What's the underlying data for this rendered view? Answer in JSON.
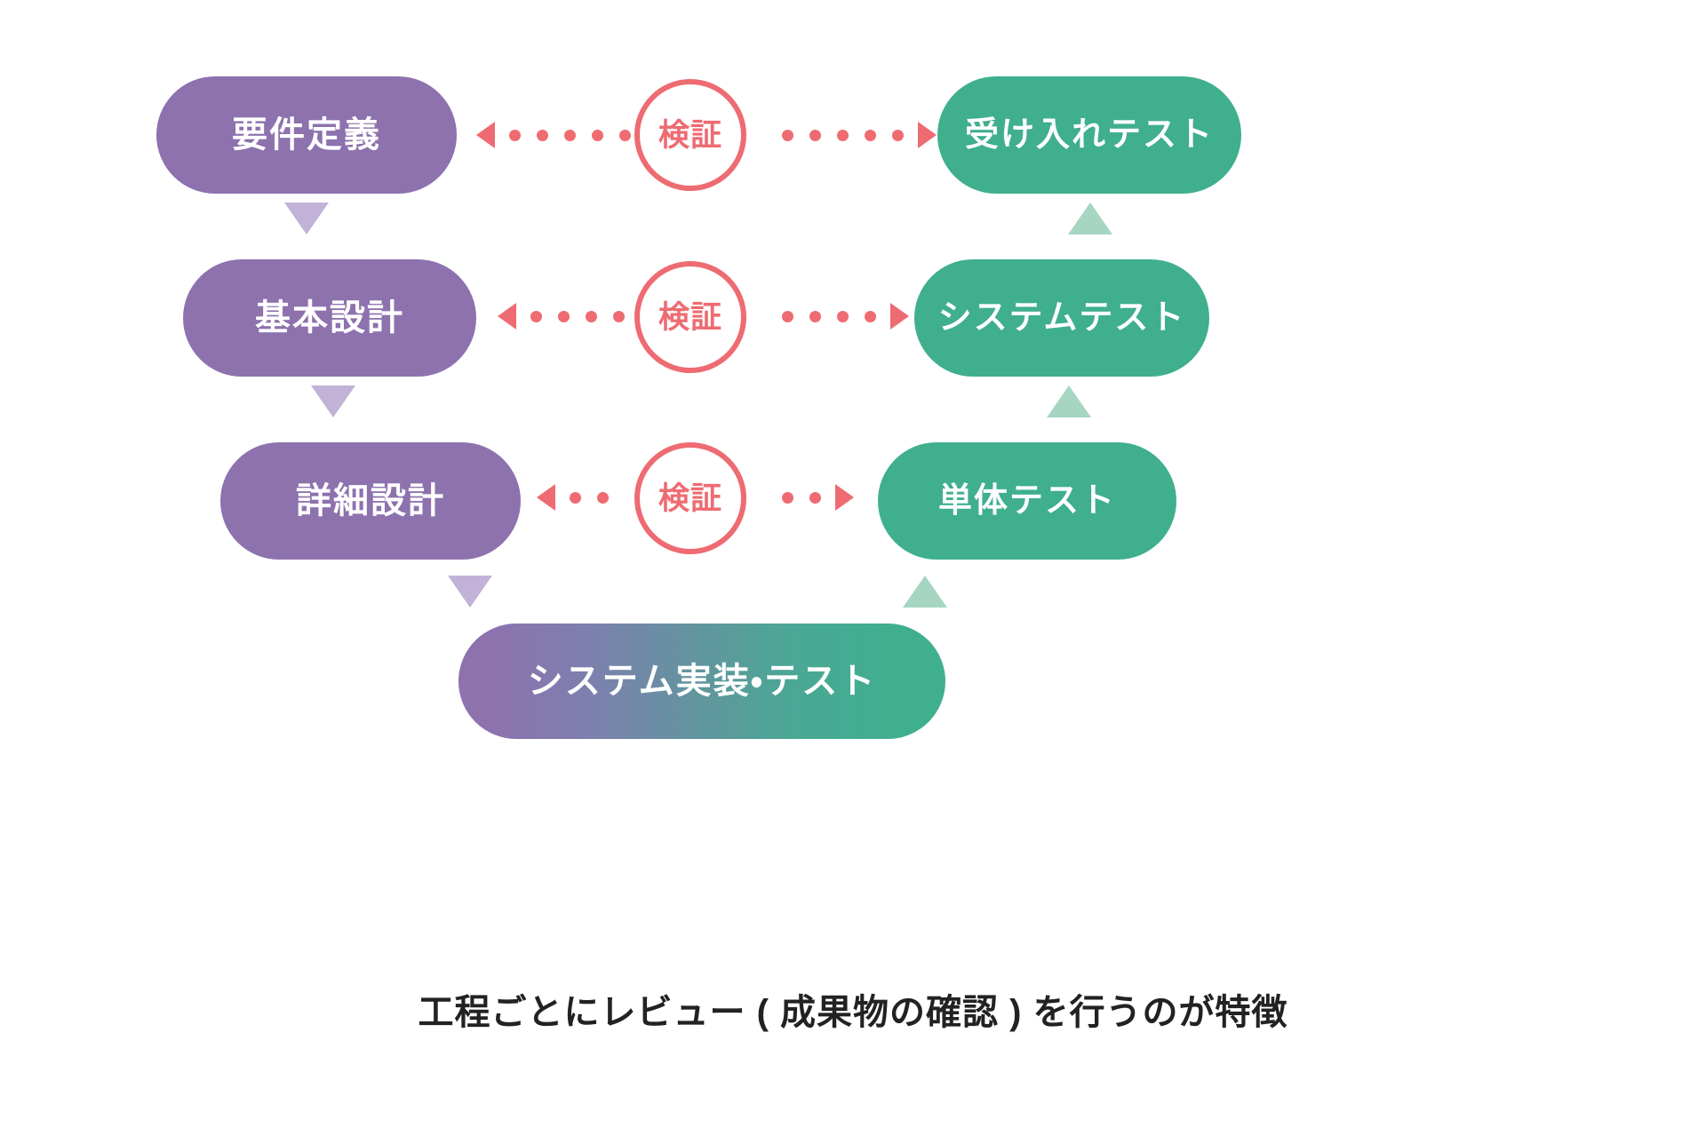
{
  "diagram": {
    "title_caption": "工程ごとにレビュー ( 成果物の確認 ) を行うのが特徴",
    "colors": {
      "left_phase": "#8D72AE",
      "right_phase": "#3FAF8E",
      "verification": "#EE6B72",
      "down_arrow": "#C3B2D7",
      "up_arrow": "#A6D6C2",
      "background": "#FFFFFF",
      "caption_text": "#222222",
      "pill_text": "#FFFFFF"
    },
    "left_phases": [
      {
        "label": "要件定義"
      },
      {
        "label": "基本設計"
      },
      {
        "label": "詳細設計"
      }
    ],
    "right_phases": [
      {
        "label": "受け入れテスト"
      },
      {
        "label": "システムテスト"
      },
      {
        "label": "単体テスト"
      }
    ],
    "verification_nodes": [
      {
        "label": "検証"
      },
      {
        "label": "検証"
      },
      {
        "label": "検証"
      }
    ],
    "bottom_phase": {
      "label": "システム実装・テスト"
    }
  }
}
